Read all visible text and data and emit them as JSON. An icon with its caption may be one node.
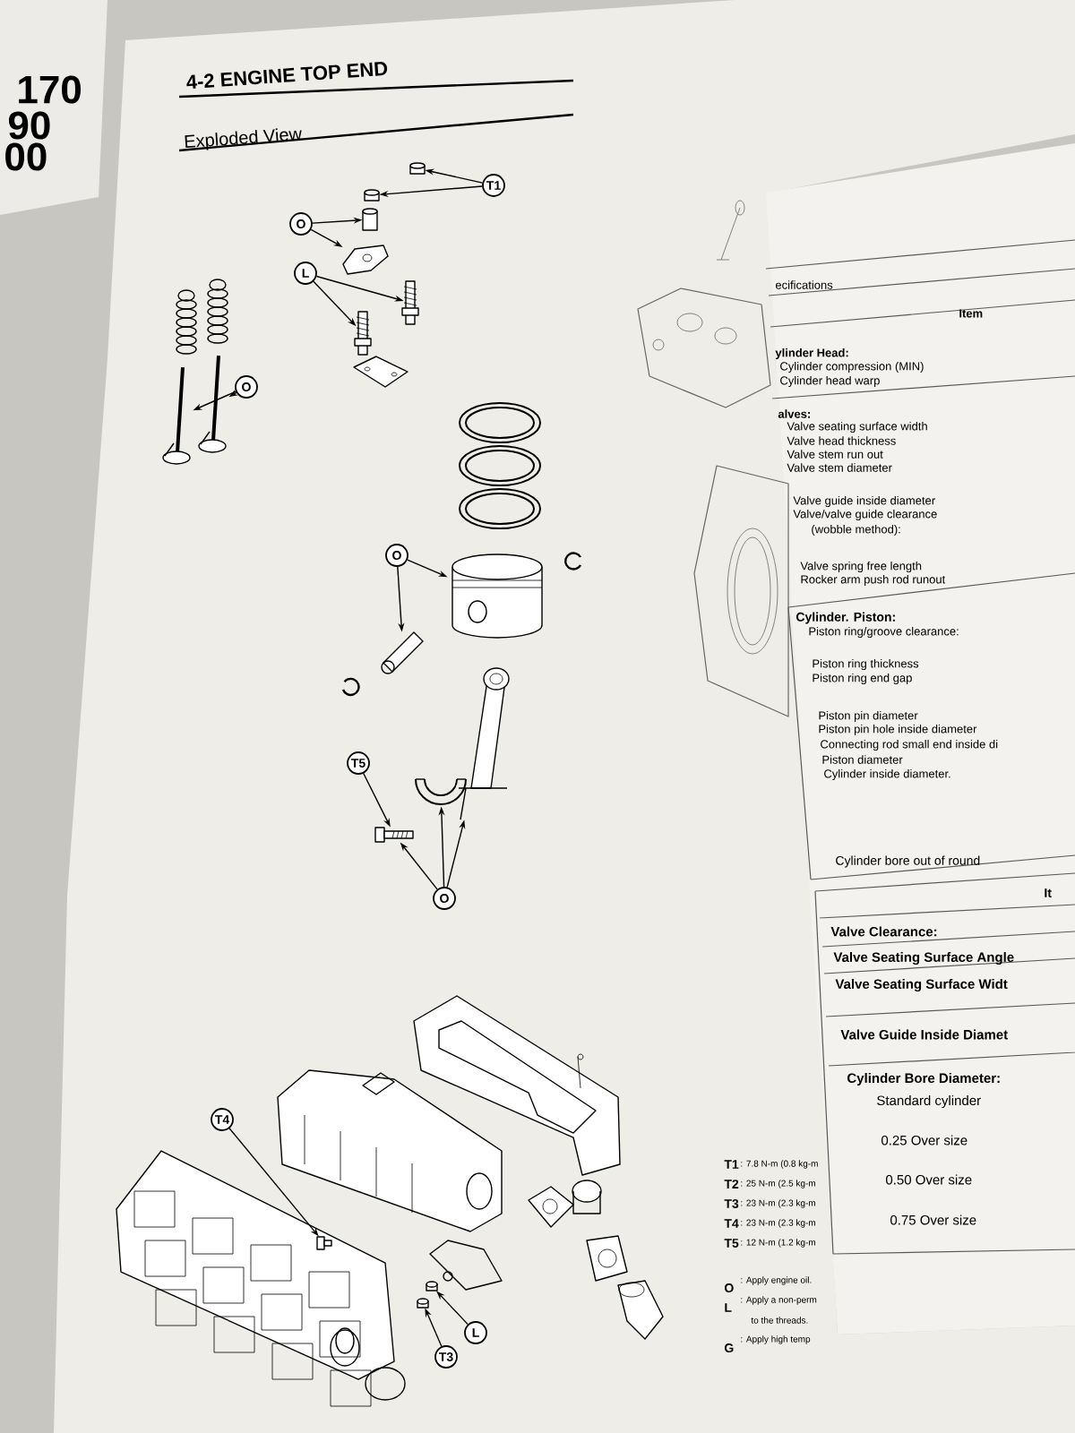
{
  "diagram": {
    "title": "4-2 ENGINE TOP END",
    "nodes": [
      {
        "text": [
          "T1"
        ]
      },
      {
        "text": [],
        "shape": "cylinder"
      },
      {
        "text": [],
        "shape": "cylinder"
      },
      {
        "text": [
          "O"
        ]
      },
      {
        "text": [],
        "shape": "cylinder"
      },
      {
        "text": [],
        "shape": "picture"
      },
      {
        "text": [
          "L"
        ]
      },
      {
        "text": [],
        "shape": "bar"
      },
      {
        "text": [],
        "shape": "bar"
      },
      {
        "text": [
          "O"
        ]
      },
      {
        "text": [],
        "shape": "picture"
      },
      {
        "text": [],
        "shape": "picture"
      },
      {
        "text": [
          "O"
        ]
      },
      {
        "text": [],
        "shape": "picture"
      },
      {
        "text": [],
        "shape": "picture"
      },
      {
        "text": [
          "T5"
        ]
      },
      {
        "text": [],
        "shape": "picture"
      },
      {
        "text": [
          "O"
        ]
      },
      {
        "text": [],
        "shape": "picture"
      },
      {
        "text": [],
        "shape": "picture"
      },
      {
        "text": [
          "T4"
        ]
      },
      {
        "text": [],
        "shape": "picture"
      },
      {
        "text": [
          "L"
        ]
      },
      {
        "text": [],
        "shape": "cylinder"
      },
      {
        "text": [
          "T3"
        ]
      },
      {
        "text": [],
        "shape": "cylinder"
      }
    ],
    "edges": [
      {
        "from": 0,
        "to": 1,
        "arrow": "to"
      },
      {
        "from": 0,
        "to": 2,
        "arrow": "to"
      },
      {
        "from": 3,
        "to": 4,
        "arrow": "to"
      },
      {
        "from": 3,
        "to": 5,
        "arrow": "to"
      },
      {
        "from": 6,
        "to": 7,
        "arrow": "to"
      },
      {
        "from": 6,
        "to": 8,
        "arrow": "to"
      },
      {
        "from": 9,
        "to": 11,
        "arrow": "to"
      },
      {
        "from": 9,
        "to": 10,
        "arrow": "to"
      },
      {
        "from": 12,
        "to": 13,
        "arrow": "to"
      },
      {
        "from": 12,
        "to": 14,
        "arrow": "to"
      },
      {
        "from": 15,
        "to": 16,
        "arrow": "to"
      },
      {
        "from": 17,
        "to": 16,
        "arrow": "to"
      },
      {
        "from": 17,
        "to": 18,
        "arrow": "to"
      },
      {
        "from": 17,
        "to": 19,
        "arrow": "to"
      },
      {
        "from": 20,
        "to": 21,
        "arrow": "to"
      },
      {
        "from": 22,
        "to": 23,
        "arrow": "to"
      },
      {
        "from": 24,
        "to": 25,
        "arrow": "to"
      }
    ],
    "labels": [
      "170",
      "90",
      "00",
      "Exploded View",
      "T1",
      ": 7.8 N-m (0.8 kg-m",
      "T2",
      ": 25 N-m (2.5 kg-m",
      "T3",
      ": 23 N-m (2.3 kg-m",
      "T4",
      ": 23 N-m (2.3 kg-m",
      "T5",
      ": 12 N-m (1.2 kg-m",
      "O",
      ": Apply engine oil.",
      "L",
      ": Apply a non-perm",
      "to the threads.",
      "G",
      ": Apply high temp",
      "ecifications",
      "Item",
      "ylinder Head:",
      "Cylinder compression (MIN)",
      "Cylinder head warp",
      "alves:",
      "Valve seating surface width",
      "Valve head thickness",
      "Valve stem run out",
      "Valve stem diameter",
      "Valve guide inside diameter",
      "Valve/valve guide clearance",
      "(wobble method):",
      "Valve spring free length",
      "Rocker arm push rod runout",
      "Cylinder. Piston:",
      "Piston ring/groove clearance:",
      "Piston ring thickness",
      "Piston ring end gap",
      "Piston pin diameter",
      "Piston pin hole inside diameter",
      "Connecting rod small end inside di",
      "Piston diameter",
      "Cylinder inside diameter.",
      "Cylinder bore out of round",
      "It",
      "Valve Clearance:",
      "Valve Seating Surface Angle",
      "Valve Seating Surface Widt",
      "Valve Guide Inside Diamet",
      "Cylinder Bore Diameter:",
      "Standard cylinder",
      "0.25 Over size",
      "0.50 Over size",
      "0.75 Over size"
    ]
  }
}
